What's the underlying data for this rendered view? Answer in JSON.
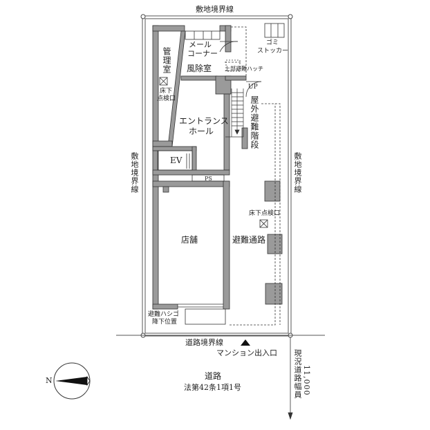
{
  "plan": {
    "site_boundary_top": "敷地境界線",
    "site_boundary_left": "敷地境界線",
    "site_boundary_right": "敷地境界線",
    "road_boundary": "道路境界線",
    "rooms": {
      "management": "管理室",
      "mail_corner_line1": "メール",
      "mail_corner_line2": "コーナー",
      "windbreak": "風除室",
      "upper_hatch": "上部避難ハッチ",
      "floor_hatch_a_line1": "床下",
      "floor_hatch_a_line2": "点検口",
      "entrance_line1": "エントランス",
      "entrance_line2": "ホール",
      "ev": "EV",
      "ps": "PS",
      "shop": "店舗",
      "evac_path": "避難通路",
      "floor_hatch_b": "床下点検口",
      "garbage_line1": "ゴミ",
      "garbage_line2": "ストッカー",
      "outdoor_stairs": "屋外避難階段",
      "up_mark": "UP",
      "ladder_line1": "避難ハシゴ",
      "ladder_line2": "降下位置"
    },
    "entrance_label": "マンション出入口",
    "road": {
      "name": "道路",
      "law": "法第42条1項1号",
      "width_label": "現況道路幅員",
      "width_value": "11,000"
    },
    "north_label": "N"
  }
}
